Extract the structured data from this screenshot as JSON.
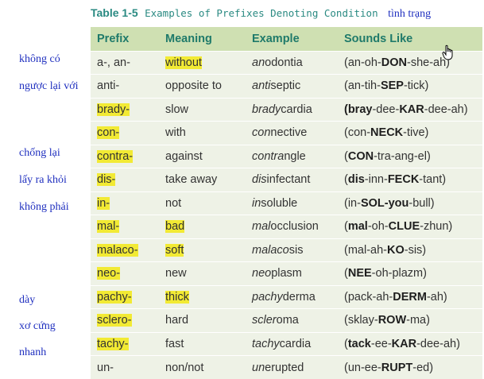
{
  "title": {
    "label": "Table 1-5",
    "text": "Examples of Prefixes Denoting Condition",
    "note": "tình trạng"
  },
  "side_notes": [
    "không có",
    "ngược lại với",
    "chống lại",
    "lấy ra khỏi",
    "không phải",
    "dày",
    "xơ cứng",
    "nhanh"
  ],
  "columns": [
    "Prefix",
    "Meaning",
    "Example",
    "Sounds Like"
  ],
  "rows": [
    {
      "prefix": "a-, an-",
      "meaning": "without",
      "ex_italic": "an",
      "ex_rest": "odontia",
      "sounds": [
        [
          "(an-oh-",
          false
        ],
        [
          "DON",
          true
        ],
        [
          "-she-ah)",
          false
        ]
      ]
    },
    {
      "prefix": "anti-",
      "meaning": "opposite to",
      "ex_italic": "anti",
      "ex_rest": "septic",
      "sounds": [
        [
          "(an-tih-",
          false
        ],
        [
          "SEP",
          true
        ],
        [
          "-tick)",
          false
        ]
      ]
    },
    {
      "prefix": "brady-",
      "meaning": "slow",
      "ex_italic": "brady",
      "ex_rest": "cardia",
      "sounds": [
        [
          "(bray",
          true
        ],
        [
          "-dee-",
          false
        ],
        [
          "KAR",
          true
        ],
        [
          "-dee-ah)",
          false
        ]
      ]
    },
    {
      "prefix": "con-",
      "meaning": "with",
      "ex_italic": "con",
      "ex_rest": "nective",
      "sounds": [
        [
          "(con-",
          false
        ],
        [
          "NECK",
          true
        ],
        [
          "-tive)",
          false
        ]
      ]
    },
    {
      "prefix": "contra-",
      "meaning": "against",
      "ex_italic": "contra",
      "ex_rest": "ngle",
      "sounds": [
        [
          "(",
          false
        ],
        [
          "CON",
          true
        ],
        [
          "-tra-ang-el)",
          false
        ]
      ]
    },
    {
      "prefix": "dis-",
      "meaning": "take away",
      "ex_italic": "dis",
      "ex_rest": "infectant",
      "sounds": [
        [
          "(",
          false
        ],
        [
          "dis",
          true
        ],
        [
          "-inn-",
          false
        ],
        [
          "FECK",
          true
        ],
        [
          "-tant)",
          false
        ]
      ]
    },
    {
      "prefix": "in-",
      "meaning": "not",
      "ex_italic": "in",
      "ex_rest": "soluble",
      "sounds": [
        [
          "(in-",
          false
        ],
        [
          "SOL-you",
          true
        ],
        [
          "-bull)",
          false
        ]
      ]
    },
    {
      "prefix": "mal-",
      "meaning": "bad",
      "ex_italic": "mal",
      "ex_rest": "occlusion",
      "sounds": [
        [
          "(",
          false
        ],
        [
          "mal",
          true
        ],
        [
          "-oh-",
          false
        ],
        [
          "CLUE",
          true
        ],
        [
          "-zhun)",
          false
        ]
      ]
    },
    {
      "prefix": "malaco-",
      "meaning": "soft",
      "ex_italic": "malaco",
      "ex_rest": "sis",
      "sounds": [
        [
          "(mal-ah-",
          false
        ],
        [
          "KO",
          true
        ],
        [
          "-sis)",
          false
        ]
      ]
    },
    {
      "prefix": "neo-",
      "meaning": "new",
      "ex_italic": "neo",
      "ex_rest": "plasm",
      "sounds": [
        [
          "(",
          false
        ],
        [
          "NEE",
          true
        ],
        [
          "-oh-plazm)",
          false
        ]
      ]
    },
    {
      "prefix": "pachy-",
      "meaning": "thick",
      "ex_italic": "pachy",
      "ex_rest": "derma",
      "sounds": [
        [
          "(pack-ah-",
          false
        ],
        [
          "DERM",
          true
        ],
        [
          "-ah)",
          false
        ]
      ]
    },
    {
      "prefix": "sclero-",
      "meaning": "hard",
      "ex_italic": "scler",
      "ex_rest": "oma",
      "sounds": [
        [
          "(sklay-",
          false
        ],
        [
          "ROW",
          true
        ],
        [
          "-ma)",
          false
        ]
      ]
    },
    {
      "prefix": "tachy-",
      "meaning": "fast",
      "ex_italic": "tachy",
      "ex_rest": "cardia",
      "sounds": [
        [
          "(",
          false
        ],
        [
          "tack",
          true
        ],
        [
          "-ee-",
          false
        ],
        [
          "KAR",
          true
        ],
        [
          "-dee-ah)",
          false
        ]
      ]
    },
    {
      "prefix": "un-",
      "meaning": "non/not",
      "ex_italic": "un",
      "ex_rest": "erupted",
      "sounds": [
        [
          "(un-ee-",
          false
        ],
        [
          "RUPT",
          true
        ],
        [
          "-ed)",
          false
        ]
      ]
    }
  ],
  "highlight": {
    "prefix": [
      false,
      false,
      true,
      true,
      true,
      true,
      true,
      true,
      true,
      true,
      true,
      true,
      true,
      false
    ],
    "meaning": [
      true,
      false,
      false,
      false,
      false,
      false,
      false,
      true,
      true,
      false,
      true,
      false,
      false,
      false
    ],
    "color": "#f2ea34"
  },
  "colors": {
    "header_bg": "#cfe0b2",
    "header_text": "#1f7a6a",
    "row_bg": "#eef2e6",
    "title": "#2a8a82",
    "note": "#1f2fbf"
  },
  "cursor_icon": "hand-pointer-icon"
}
